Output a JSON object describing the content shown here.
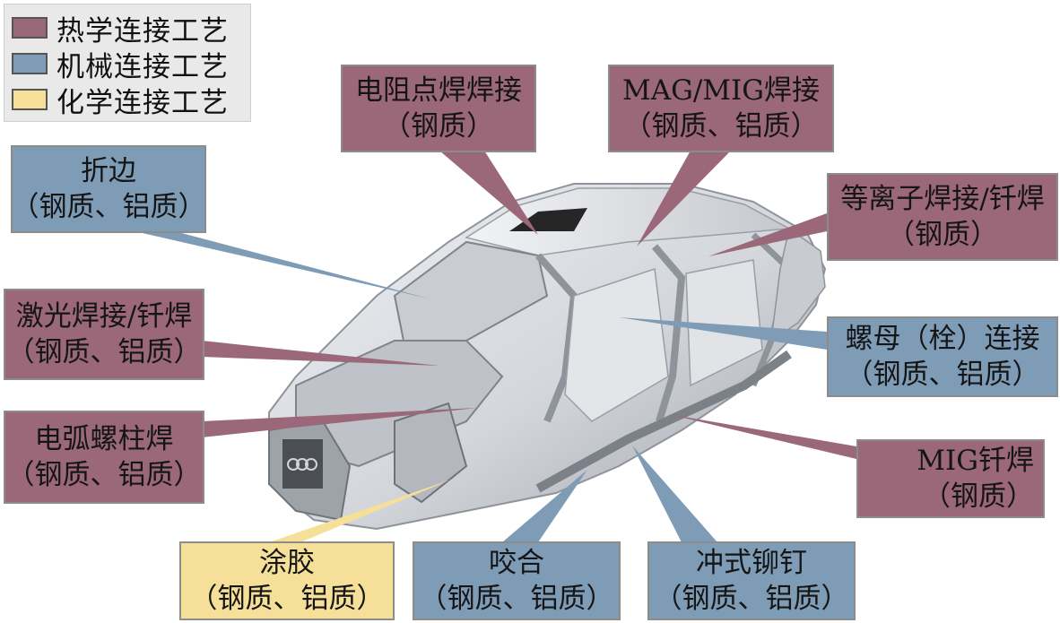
{
  "colors": {
    "thermal": "#9a6878",
    "mechanical": "#7f9cb7",
    "chemical": "#f6df98",
    "car_body": "#d7d9dd",
    "car_shadow": "#a9acb2"
  },
  "legend": [
    {
      "label": "热学连接工艺",
      "category": "thermal"
    },
    {
      "label": "机械连接工艺",
      "category": "mechanical"
    },
    {
      "label": "化学连接工艺",
      "category": "chemical"
    }
  ],
  "callouts": [
    {
      "id": "resistance-spot",
      "line1": "电阻点焊焊接",
      "line2": "（钢质）",
      "category": "thermal"
    },
    {
      "id": "mag-mig",
      "line1": "MAG/MIG焊接",
      "line2": "（钢质、铝质）",
      "category": "thermal"
    },
    {
      "id": "hemming",
      "line1": "折边",
      "line2": "（钢质、铝质）",
      "category": "mechanical"
    },
    {
      "id": "plasma",
      "line1": "等离子焊接/钎焊",
      "line2": "（钢质）",
      "category": "thermal"
    },
    {
      "id": "laser",
      "line1": "激光焊接/钎焊",
      "line2": "（钢质、铝质）",
      "category": "thermal"
    },
    {
      "id": "nut-bolt",
      "line1": "螺母（栓）连接",
      "line2": "（钢质、铝质）",
      "category": "mechanical"
    },
    {
      "id": "arc-stud",
      "line1": "电弧螺柱焊",
      "line2": "（钢质、铝质）",
      "category": "thermal"
    },
    {
      "id": "mig-brazing",
      "line1": "MIG钎焊",
      "line2": "（钢质）",
      "category": "thermal"
    },
    {
      "id": "adhesive",
      "line1": "涂胶",
      "line2": "（钢质、铝质）",
      "category": "chemical"
    },
    {
      "id": "clinch",
      "line1": "咬合",
      "line2": "（钢质、铝质）",
      "category": "mechanical"
    },
    {
      "id": "rivet",
      "line1": "冲式铆钉",
      "line2": "（钢质、铝质）",
      "category": "mechanical"
    }
  ]
}
